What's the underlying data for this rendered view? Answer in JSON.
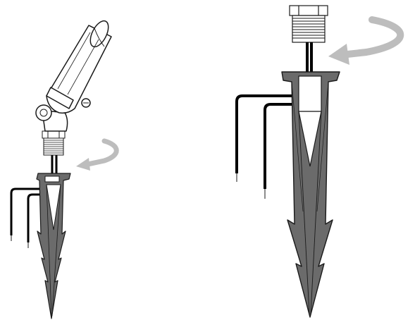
{
  "figure": {
    "panels": [
      {
        "name": "spotlight-stake-assembly",
        "parts": [
          "spotlight-fixture",
          "threaded-fitting",
          "ground-stake",
          "lead-wires",
          "twist-arrow"
        ]
      },
      {
        "name": "threaded-stake-detail",
        "parts": [
          "hex-threaded-fitting",
          "ground-stake",
          "lead-wires",
          "twist-arrow"
        ]
      }
    ],
    "colors": {
      "stake": "#6b6b6b",
      "stake_outline": "#1a1a1a",
      "arrow": "#bdbdbd",
      "wire": "#000000",
      "fixture": "#ffffff",
      "line": "#1a1a1a"
    }
  }
}
